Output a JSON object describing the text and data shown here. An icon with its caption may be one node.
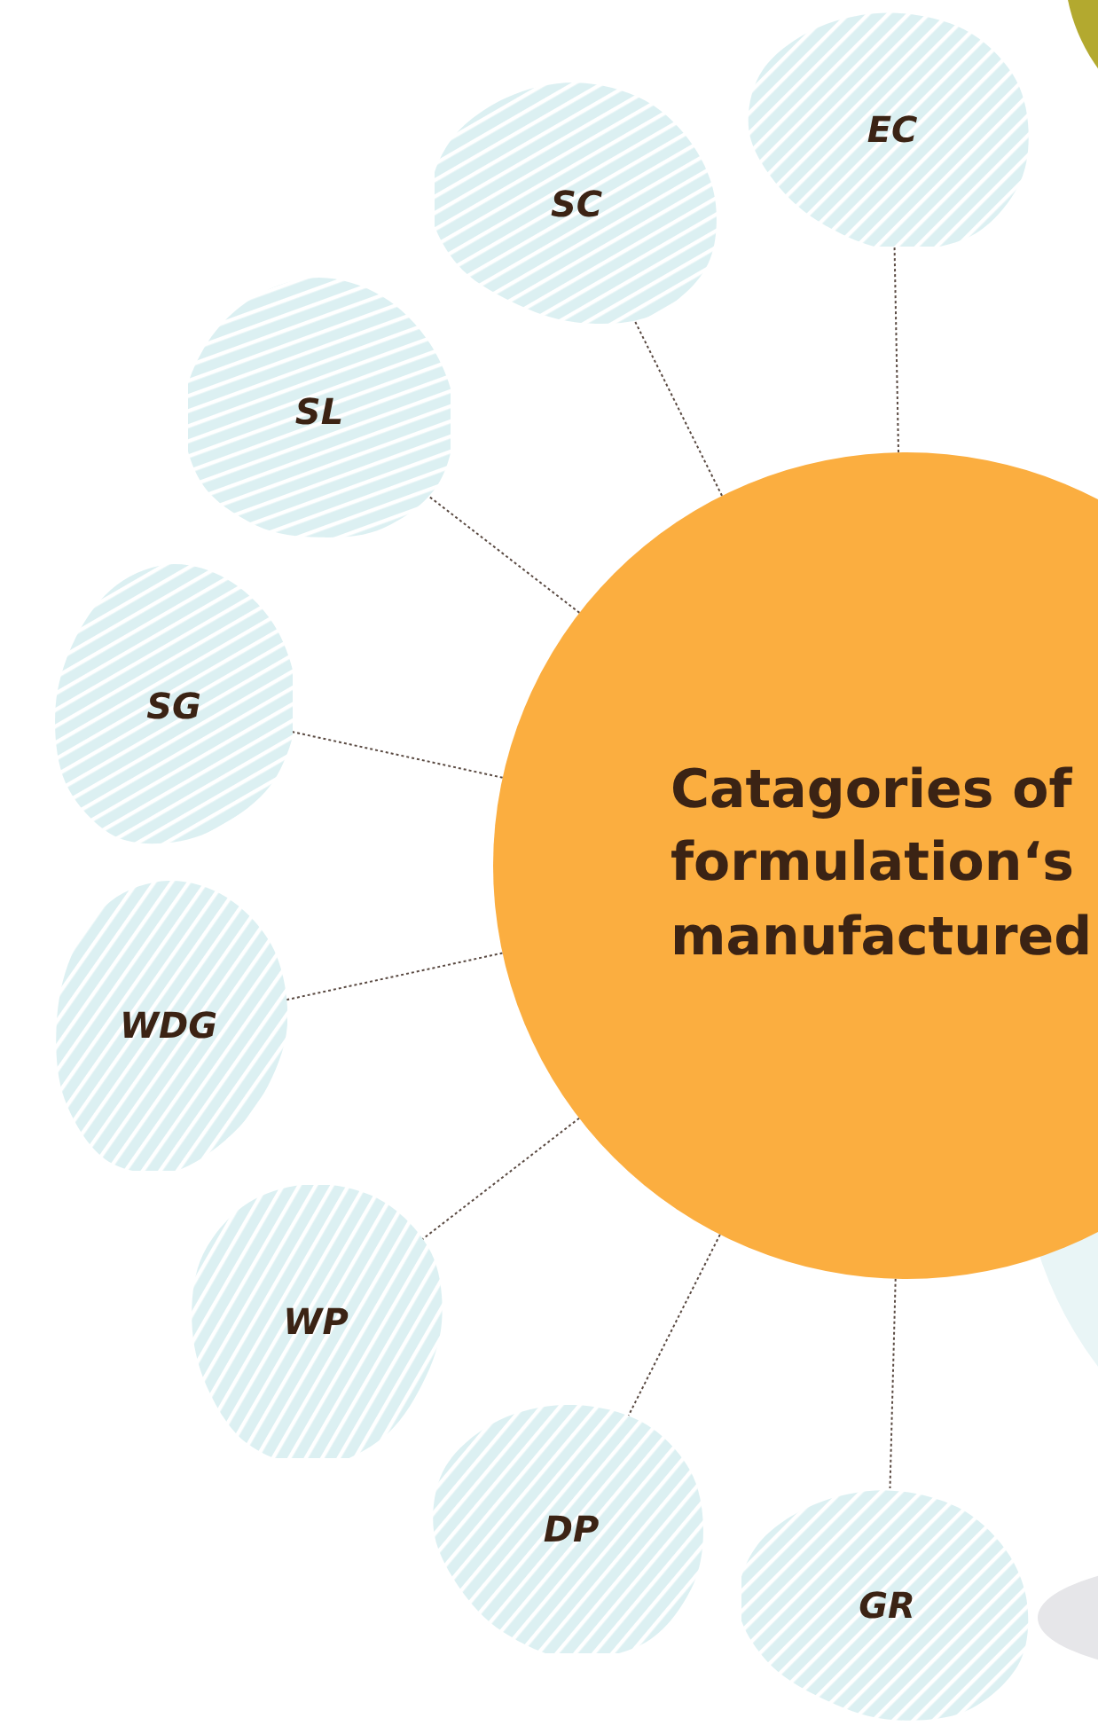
{
  "diagram": {
    "nodes": [
      {
        "text": [
          "Catagories of formulation‘s manufactured"
        ]
      },
      {
        "text": [
          "EC"
        ]
      },
      {
        "text": [
          "SC"
        ]
      },
      {
        "text": [
          "SL"
        ]
      },
      {
        "text": [
          "SG"
        ]
      },
      {
        "text": [
          "WDG"
        ]
      },
      {
        "text": [
          "WP"
        ]
      },
      {
        "text": [
          "DP"
        ]
      },
      {
        "text": [
          "GR"
        ]
      }
    ],
    "edges": [
      {
        "from": 0,
        "to": 1,
        "arrow": "none",
        "style": "dashed"
      },
      {
        "from": 0,
        "to": 2,
        "arrow": "none",
        "style": "dashed"
      },
      {
        "from": 0,
        "to": 3,
        "arrow": "none",
        "style": "dashed"
      },
      {
        "from": 0,
        "to": 4,
        "arrow": "none",
        "style": "dashed"
      },
      {
        "from": 0,
        "to": 5,
        "arrow": "none",
        "style": "dashed"
      },
      {
        "from": 0,
        "to": 6,
        "arrow": "none",
        "style": "dashed"
      },
      {
        "from": 0,
        "to": 7,
        "arrow": "none",
        "style": "dashed"
      },
      {
        "from": 0,
        "to": 8,
        "arrow": "none",
        "style": "dashed"
      }
    ]
  }
}
